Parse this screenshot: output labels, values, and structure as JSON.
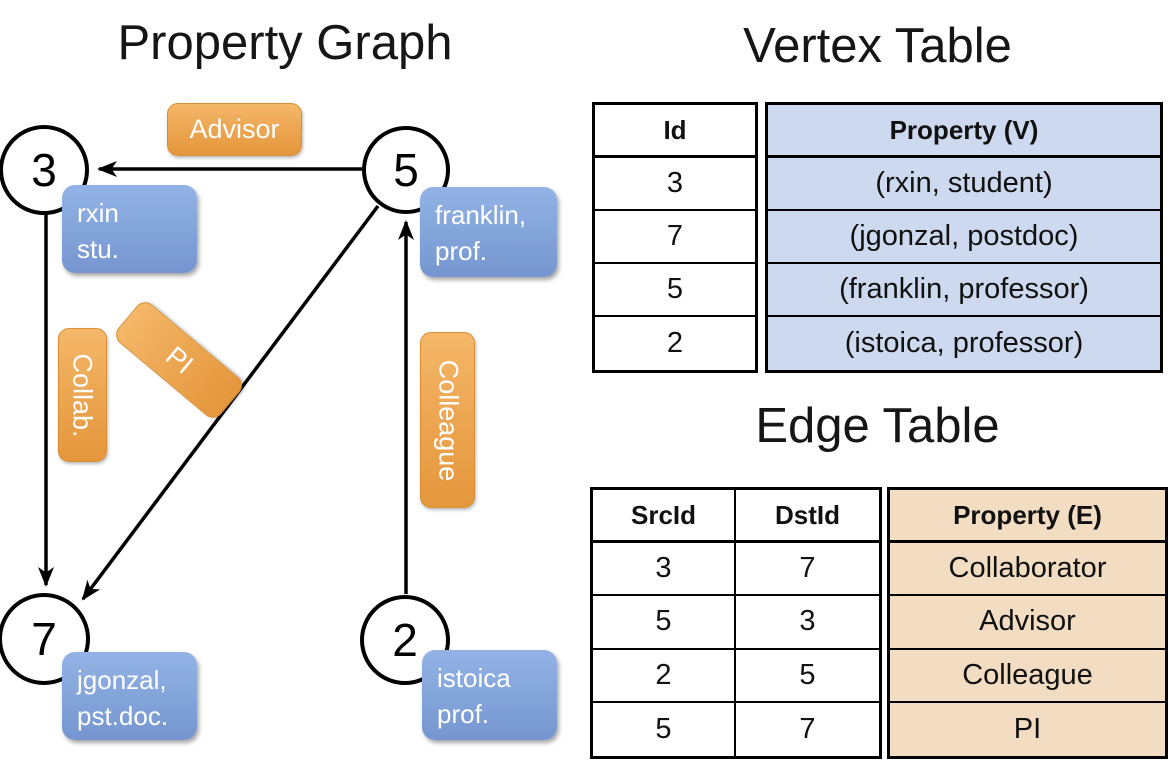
{
  "titles": {
    "graph": "Property Graph",
    "vertex_table": "Vertex Table",
    "edge_table": "Edge Table"
  },
  "graph": {
    "nodes": [
      {
        "id": "3",
        "label_lines": [
          "rxin",
          "stu."
        ]
      },
      {
        "id": "5",
        "label_lines": [
          "franklin,",
          "prof."
        ]
      },
      {
        "id": "7",
        "label_lines": [
          "jgonzal,",
          "pst.doc."
        ]
      },
      {
        "id": "2",
        "label_lines": [
          "istoica",
          "prof."
        ]
      }
    ],
    "edge_labels": {
      "advisor": "Advisor",
      "collab": "Collab.",
      "pi": "PI",
      "colleague": "Colleague"
    }
  },
  "vertex_table": {
    "headers": {
      "id": "Id",
      "property": "Property (V)"
    },
    "rows": [
      {
        "id": "3",
        "property": "(rxin, student)"
      },
      {
        "id": "7",
        "property": "(jgonzal, postdoc)"
      },
      {
        "id": "5",
        "property": "(franklin, professor)"
      },
      {
        "id": "2",
        "property": "(istoica, professor)"
      }
    ]
  },
  "edge_table": {
    "headers": {
      "src": "SrcId",
      "dst": "DstId",
      "property": "Property (E)"
    },
    "rows": [
      {
        "src": "3",
        "dst": "7",
        "property": "Collaborator"
      },
      {
        "src": "5",
        "dst": "3",
        "property": "Advisor"
      },
      {
        "src": "2",
        "dst": "5",
        "property": "Colleague"
      },
      {
        "src": "5",
        "dst": "7",
        "property": "PI"
      }
    ]
  },
  "colors": {
    "edge_label_orange_top": "#f4b869",
    "edge_label_orange_bottom": "#e5973c",
    "node_property_blue_top": "#93b3e6",
    "node_property_blue_bottom": "#7695d0",
    "vertex_property_bg": "#cdd9ee",
    "edge_property_bg": "#f2ddc2",
    "line_color": "#000000"
  }
}
